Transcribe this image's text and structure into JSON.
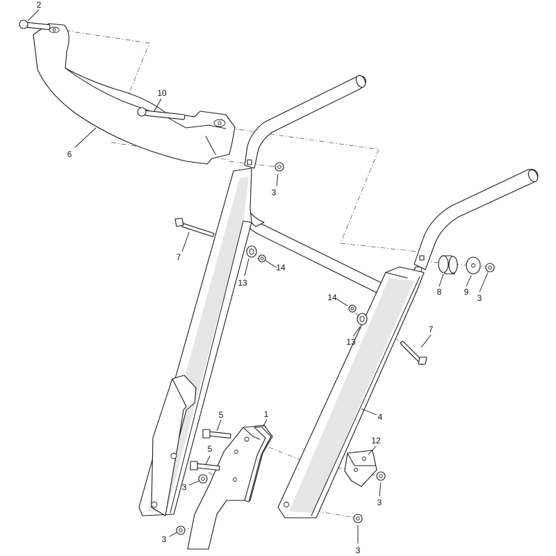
{
  "callouts": [
    {
      "id": "c1",
      "text": "1"
    },
    {
      "id": "c2",
      "text": "2"
    },
    {
      "id": "c3a",
      "text": "3"
    },
    {
      "id": "c3b",
      "text": "3"
    },
    {
      "id": "c3c",
      "text": "3"
    },
    {
      "id": "c3d",
      "text": "3"
    },
    {
      "id": "c3e",
      "text": "3"
    },
    {
      "id": "c3f",
      "text": "3"
    },
    {
      "id": "c4",
      "text": "4"
    },
    {
      "id": "c5a",
      "text": "5"
    },
    {
      "id": "c5b",
      "text": "5"
    },
    {
      "id": "c6",
      "text": "6"
    },
    {
      "id": "c7a",
      "text": "7"
    },
    {
      "id": "c7b",
      "text": "7"
    },
    {
      "id": "c8",
      "text": "8"
    },
    {
      "id": "c9",
      "text": "9"
    },
    {
      "id": "c10",
      "text": "10"
    },
    {
      "id": "c12",
      "text": "12"
    },
    {
      "id": "c13a",
      "text": "13"
    },
    {
      "id": "c13b",
      "text": "13"
    },
    {
      "id": "c14a",
      "text": "14"
    },
    {
      "id": "c14b",
      "text": "14"
    }
  ]
}
